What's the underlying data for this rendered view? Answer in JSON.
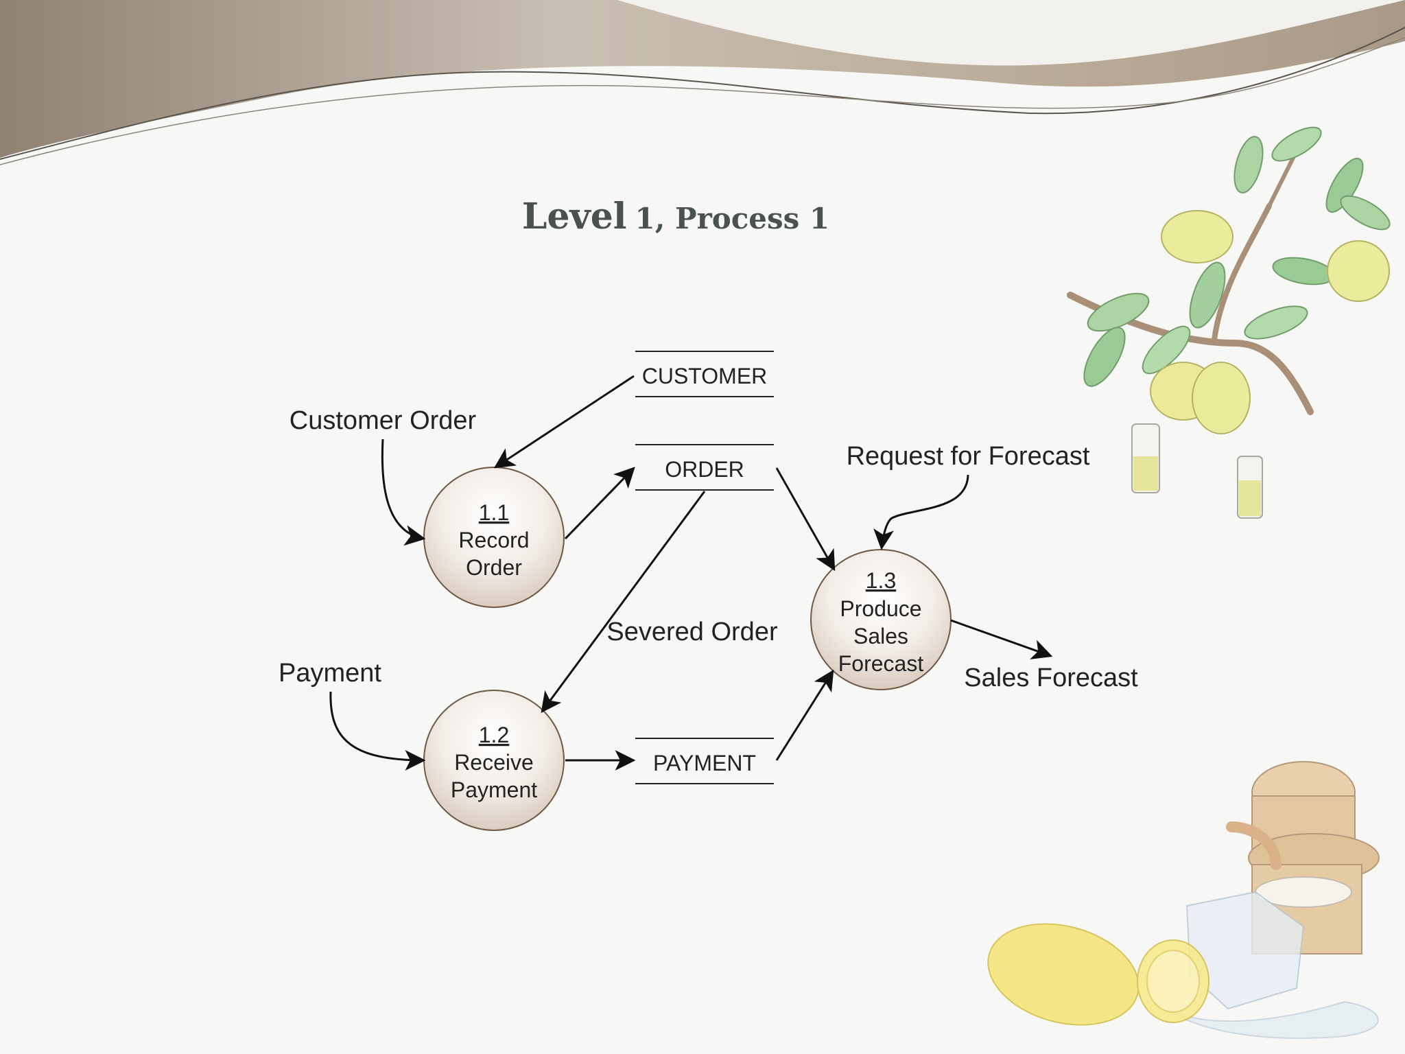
{
  "title": {
    "main": "Level",
    "rest": "1, Process 1"
  },
  "processes": {
    "p11": {
      "number": "1.1",
      "line1": "Record",
      "line2": "Order"
    },
    "p12": {
      "number": "1.2",
      "line1": "Receive",
      "line2": "Payment"
    },
    "p13": {
      "number": "1.3",
      "line1": "Produce",
      "line2": "Sales",
      "line3": "Forecast"
    }
  },
  "stores": {
    "customer": "CUSTOMER",
    "order": "ORDER",
    "payment": "PAYMENT"
  },
  "flows": {
    "customer_order": "Customer Order",
    "payment": "Payment",
    "severed_order": "Severed Order",
    "request_for_forecast": "Request for Forecast",
    "sales_forecast": "Sales Forecast"
  },
  "colors": {
    "title": "#4a524e",
    "process_fill_center": "#ffffff",
    "process_fill_edge": "#d9cbbf",
    "process_stroke": "#7a6550",
    "banner": "#b7aa9a"
  },
  "decorations": [
    "lemon-branch-icon",
    "wooden-jar-icon",
    "lemon-icon",
    "ice-cube-icon"
  ]
}
